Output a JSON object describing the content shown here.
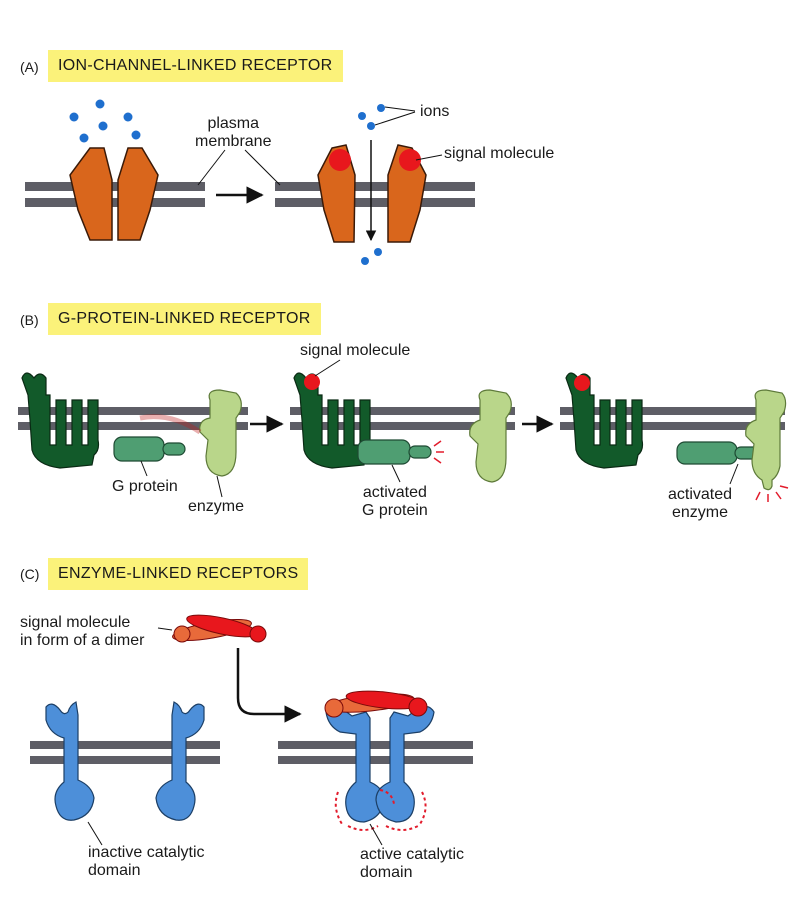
{
  "colors": {
    "membrane": "#5e5e66",
    "ion_channel": "#d9661c",
    "signal": "#e8171d",
    "ion": "#1f6fce",
    "receptor_green": "#125a2a",
    "g_protein": "#4f9e72",
    "enzyme": "#b9d68a",
    "enzyme_receptor": "#4d8fd9",
    "title_bg": "#fbf27a",
    "glow": "#e21c2c"
  },
  "sections": {
    "a": {
      "letter": "(A)",
      "title": "ION-CHANNEL-LINKED  RECEPTOR",
      "labels": {
        "plasma_membrane": [
          "plasma",
          "membrane"
        ],
        "ions": "ions",
        "signal_molecule": "signal molecule"
      }
    },
    "b": {
      "letter": "(B)",
      "title": "G-PROTEIN-LINKED  RECEPTOR",
      "labels": {
        "signal_molecule": "signal molecule",
        "g_protein": "G protein",
        "enzyme": "enzyme",
        "activated_g_protein": [
          "activated",
          "G protein"
        ],
        "activated_enzyme": [
          "activated",
          "enzyme"
        ]
      }
    },
    "c": {
      "letter": "(C)",
      "title": "ENZYME-LINKED  RECEPTORS",
      "labels": {
        "signal_dimer": [
          "signal molecule",
          "in form of a dimer"
        ],
        "inactive_domain": [
          "inactive catalytic",
          "domain"
        ],
        "active_domain": [
          "active catalytic",
          "domain"
        ]
      }
    }
  }
}
